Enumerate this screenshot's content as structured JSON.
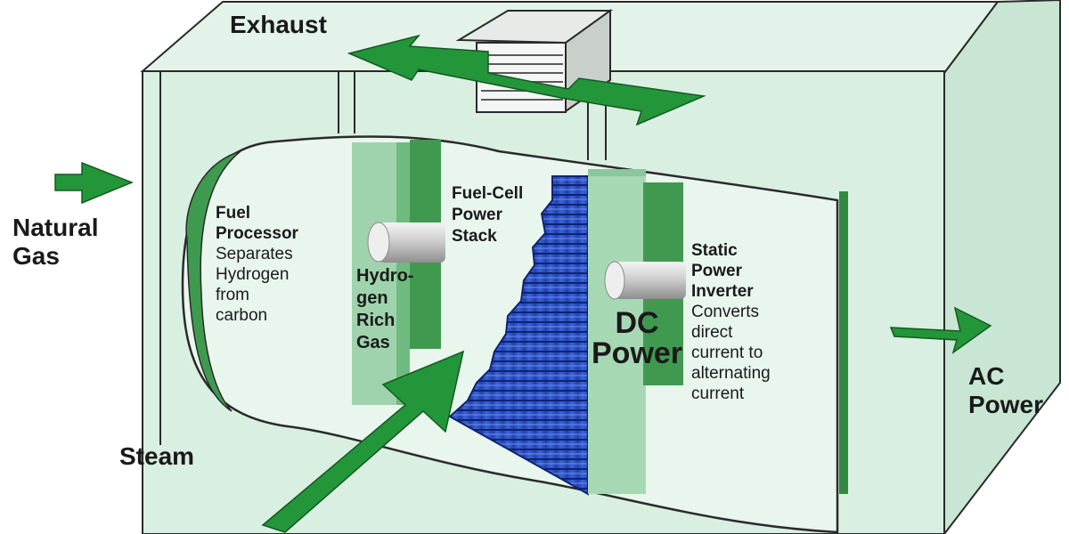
{
  "labels": {
    "exhaust": "Exhaust",
    "natural_gas": "Natural\nGas",
    "steam": "Steam",
    "ac_power": "AC\nPower",
    "dc_power": "DC\nPower",
    "hydrogen_rich_gas": "Hydro-\ngen\nRich\nGas"
  },
  "fuel_processor": {
    "title": "Fuel\nProcessor",
    "description": "Separates\nHydrogen\nfrom\ncarbon"
  },
  "fuel_cell_stack": {
    "title": "Fuel-Cell\nPower\nStack"
  },
  "inverter": {
    "title": "Static\nPower\nInverter",
    "description": "Converts\ndirect\ncurrent to\nalternating\ncurrent"
  },
  "colors": {
    "box_front": "#d9efe2",
    "box_top": "#e6f4ec",
    "box_side": "#c9e6d5",
    "outline": "#2a2a2a",
    "green_arrow": "#23963a",
    "green_panel": "#3f9a50",
    "stack_blue": "#2d4fbf",
    "steam_arrow": "#b0502a"
  }
}
